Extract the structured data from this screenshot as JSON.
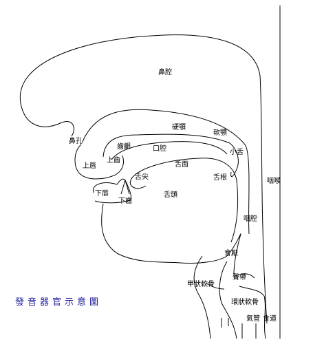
{
  "caption": "發音器官示意圖",
  "labels": {
    "nasal_cavity": "鼻腔",
    "nostril": "鼻孔",
    "hard_palate": "硬顎",
    "soft_palate": "軟顎",
    "alveolar_ridge": "齒齦",
    "oral_cavity": "口腔",
    "uvula": "小舌",
    "upper_teeth": "上齒",
    "upper_lip": "上唇",
    "tongue_surface": "舌面",
    "tongue_tip": "舌尖",
    "tongue_root": "舌根",
    "lower_lip": "下唇",
    "tongue_body": "舌頭",
    "lower_teeth": "下齒",
    "throat": "咽喉",
    "pharynx": "咽腔",
    "epiglottis": "會厭",
    "vocal_cords": "聲帶",
    "thyroid_cartilage": "甲狀軟骨",
    "cricoid_cartilage": "環狀軟骨",
    "trachea": "氣管",
    "esophagus": "食道"
  },
  "colors": {
    "line": "#000000",
    "caption": "#1a1a9a",
    "background": "#ffffff"
  }
}
